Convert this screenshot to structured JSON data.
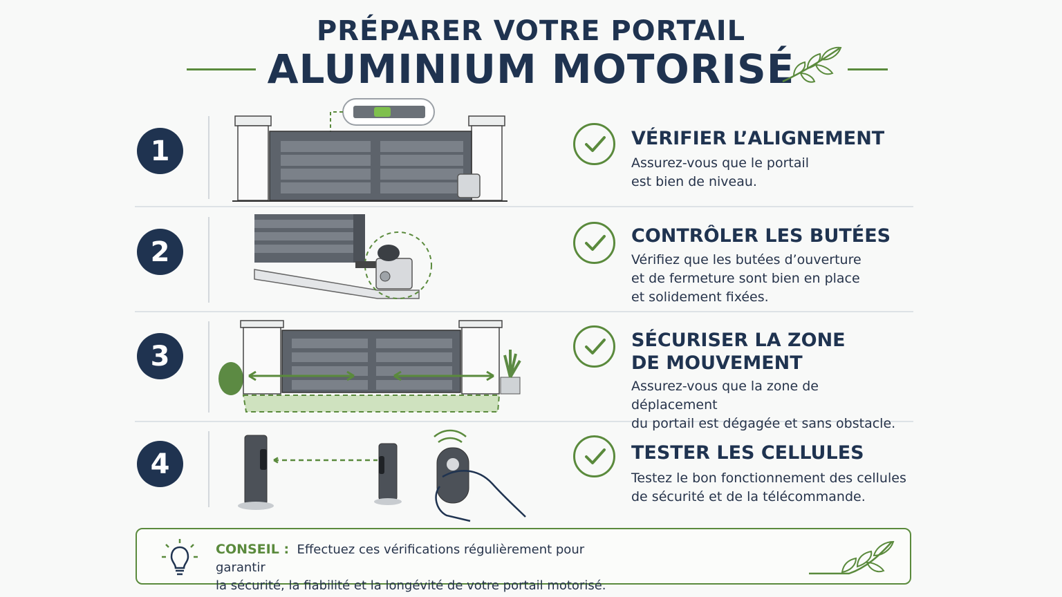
{
  "header": {
    "line1": "PRÉPARER VOTRE PORTAIL",
    "line2": "ALUMINIUM MOTORISÉ"
  },
  "colors": {
    "navy": "#1f3350",
    "green": "#5a8a3c",
    "gate_gray": "#5d636b"
  },
  "steps": [
    {
      "number": "1",
      "title": "VÉRIFIER L’ALIGNEMENT",
      "desc_lines": [
        "Assurez-vous que le portail",
        "est bien de niveau."
      ],
      "icon": "check-icon"
    },
    {
      "number": "2",
      "title": "CONTRÔLER LES BUTÉES",
      "desc_lines": [
        "Vérifiez que les butées d’ouverture",
        "et de fermeture sont bien en place",
        "et solidement fixées."
      ],
      "icon": "check-icon"
    },
    {
      "number": "3",
      "title_lines": [
        "SÉCURISER LA ZONE",
        "DE MOUVEMENT"
      ],
      "desc_lines": [
        "Assurez-vous que la zone de déplacement",
        "du portail est dégagée et sans obstacle."
      ],
      "icon": "check-icon"
    },
    {
      "number": "4",
      "title": "TESTER LES CELLULES",
      "desc_lines": [
        "Testez le bon fonctionnement des cellules",
        "de sécurité et de la télécommande."
      ],
      "icon": "check-icon"
    }
  ],
  "tip": {
    "label": "CONSEIL :",
    "line1": "Effectuez ces vérifications régulièrement pour garantir",
    "line2": "la sécurité, la fiabilité et la longévité de votre portail motorisé.",
    "icon": "lightbulb-icon"
  }
}
